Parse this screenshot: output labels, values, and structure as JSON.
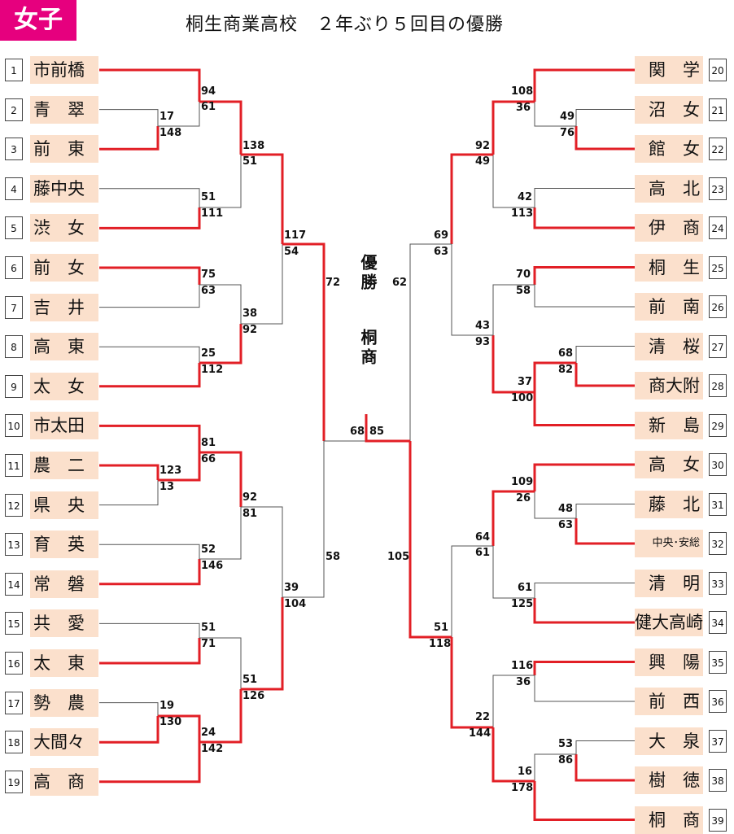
{
  "badge": "女子",
  "title": "桐生商業高校　２年ぶり５回目の優勝",
  "champion_label": "優勝",
  "champion": "桐商",
  "colors": {
    "win": "#e21f26",
    "lose": "#555555",
    "team_bg": "#fbe0cc",
    "badge": "#e6007e"
  },
  "left_teams": [
    {
      "no": "1",
      "name": "市前橋"
    },
    {
      "no": "2",
      "name": "青　翠"
    },
    {
      "no": "3",
      "name": "前　東"
    },
    {
      "no": "4",
      "name": "藤中央"
    },
    {
      "no": "5",
      "name": "渋　女"
    },
    {
      "no": "6",
      "name": "前　女"
    },
    {
      "no": "7",
      "name": "吉　井"
    },
    {
      "no": "8",
      "name": "高　東"
    },
    {
      "no": "9",
      "name": "太　女"
    },
    {
      "no": "10",
      "name": "市太田"
    },
    {
      "no": "11",
      "name": "農　二"
    },
    {
      "no": "12",
      "name": "県　央"
    },
    {
      "no": "13",
      "name": "育　英"
    },
    {
      "no": "14",
      "name": "常　磐"
    },
    {
      "no": "15",
      "name": "共　愛"
    },
    {
      "no": "16",
      "name": "太　東"
    },
    {
      "no": "17",
      "name": "勢　農"
    },
    {
      "no": "18",
      "name": "大間々"
    },
    {
      "no": "19",
      "name": "高　商"
    }
  ],
  "right_teams": [
    {
      "no": "20",
      "name": "関　学"
    },
    {
      "no": "21",
      "name": "沼　女"
    },
    {
      "no": "22",
      "name": "館　女"
    },
    {
      "no": "23",
      "name": "高　北"
    },
    {
      "no": "24",
      "name": "伊　商"
    },
    {
      "no": "25",
      "name": "桐　生"
    },
    {
      "no": "26",
      "name": "前　南"
    },
    {
      "no": "27",
      "name": "清　桜"
    },
    {
      "no": "28",
      "name": "商大附"
    },
    {
      "no": "29",
      "name": "新　島"
    },
    {
      "no": "30",
      "name": "高　女"
    },
    {
      "no": "31",
      "name": "藤　北"
    },
    {
      "no": "32",
      "name": "中央･安総"
    },
    {
      "no": "33",
      "name": "清　明"
    },
    {
      "no": "34",
      "name": "健大高崎"
    },
    {
      "no": "35",
      "name": "興　陽"
    },
    {
      "no": "36",
      "name": "前　西"
    },
    {
      "no": "37",
      "name": "大　泉"
    },
    {
      "no": "38",
      "name": "樹　徳"
    },
    {
      "no": "39",
      "name": "桐　商"
    }
  ],
  "scores": [
    {
      "id": "L_1a",
      "v": "94"
    },
    {
      "id": "L_1b",
      "v": "61"
    },
    {
      "id": "L_pa",
      "v": "17"
    },
    {
      "id": "L_pb",
      "v": "148"
    },
    {
      "id": "L_2a",
      "v": "51"
    },
    {
      "id": "L_2b",
      "v": "111"
    },
    {
      "id": "L_3a",
      "v": "75"
    },
    {
      "id": "L_3b",
      "v": "63"
    },
    {
      "id": "L_4a",
      "v": "25"
    },
    {
      "id": "L_4b",
      "v": "112"
    },
    {
      "id": "L_5a",
      "v": "138"
    },
    {
      "id": "L_5b",
      "v": "51"
    },
    {
      "id": "L_6a",
      "v": "38"
    },
    {
      "id": "L_6b",
      "v": "92"
    },
    {
      "id": "L_7a",
      "v": "117"
    },
    {
      "id": "L_7b",
      "v": "54"
    },
    {
      "id": "L_8a",
      "v": "81"
    },
    {
      "id": "L_8b",
      "v": "66"
    },
    {
      "id": "L_qa",
      "v": "123"
    },
    {
      "id": "L_qb",
      "v": "13"
    },
    {
      "id": "L_9a",
      "v": "52"
    },
    {
      "id": "L_9b",
      "v": "146"
    },
    {
      "id": "L_10a",
      "v": "51"
    },
    {
      "id": "L_10b",
      "v": "71"
    },
    {
      "id": "L_ra",
      "v": "19"
    },
    {
      "id": "L_rb",
      "v": "130"
    },
    {
      "id": "L_11a",
      "v": "24"
    },
    {
      "id": "L_11b",
      "v": "142"
    },
    {
      "id": "L_12a",
      "v": "92"
    },
    {
      "id": "L_12b",
      "v": "81"
    },
    {
      "id": "L_13a",
      "v": "51"
    },
    {
      "id": "L_13b",
      "v": "126"
    },
    {
      "id": "L_14a",
      "v": "39"
    },
    {
      "id": "L_14b",
      "v": "104"
    },
    {
      "id": "L_sf1",
      "v": "72"
    },
    {
      "id": "L_sf2",
      "v": "58"
    },
    {
      "id": "F_a",
      "v": "68"
    },
    {
      "id": "F_b",
      "v": "85"
    },
    {
      "id": "R_sf1",
      "v": "62"
    },
    {
      "id": "R_sf2",
      "v": "105"
    },
    {
      "id": "R_1a",
      "v": "108"
    },
    {
      "id": "R_1b",
      "v": "36"
    },
    {
      "id": "R_pa",
      "v": "49"
    },
    {
      "id": "R_pb",
      "v": "76"
    },
    {
      "id": "R_2a",
      "v": "42"
    },
    {
      "id": "R_2b",
      "v": "113"
    },
    {
      "id": "R_3a",
      "v": "92"
    },
    {
      "id": "R_3b",
      "v": "49"
    },
    {
      "id": "R_4a",
      "v": "70"
    },
    {
      "id": "R_4b",
      "v": "58"
    },
    {
      "id": "R_qa",
      "v": "68"
    },
    {
      "id": "R_qb",
      "v": "82"
    },
    {
      "id": "R_5a",
      "v": "37"
    },
    {
      "id": "R_5b",
      "v": "100"
    },
    {
      "id": "R_6a",
      "v": "43"
    },
    {
      "id": "R_6b",
      "v": "93"
    },
    {
      "id": "R_7a",
      "v": "69"
    },
    {
      "id": "R_7b",
      "v": "63"
    },
    {
      "id": "R_8a",
      "v": "109"
    },
    {
      "id": "R_8b",
      "v": "26"
    },
    {
      "id": "R_ra",
      "v": "48"
    },
    {
      "id": "R_rb",
      "v": "63"
    },
    {
      "id": "R_9a",
      "v": "61"
    },
    {
      "id": "R_9b",
      "v": "125"
    },
    {
      "id": "R_10a",
      "v": "64"
    },
    {
      "id": "R_10b",
      "v": "61"
    },
    {
      "id": "R_11a",
      "v": "116"
    },
    {
      "id": "R_11b",
      "v": "36"
    },
    {
      "id": "R_sa",
      "v": "53"
    },
    {
      "id": "R_sb",
      "v": "86"
    },
    {
      "id": "R_12a",
      "v": "16"
    },
    {
      "id": "R_12b",
      "v": "178"
    },
    {
      "id": "R_13a",
      "v": "22"
    },
    {
      "id": "R_13b",
      "v": "144"
    },
    {
      "id": "R_14a",
      "v": "51"
    },
    {
      "id": "R_14b",
      "v": "118"
    }
  ]
}
